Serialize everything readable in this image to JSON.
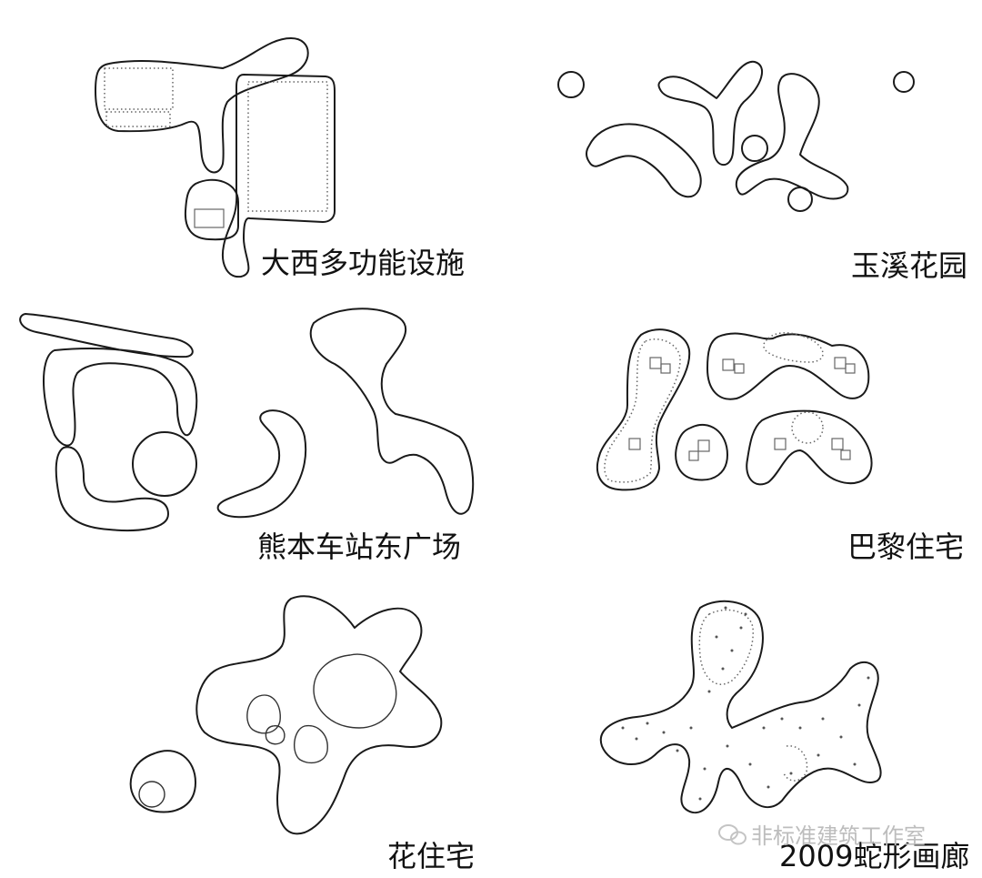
{
  "panels": [
    {
      "caption": "大西多功能设施"
    },
    {
      "caption": "玉溪花园"
    },
    {
      "caption": "熊本车站东广场"
    },
    {
      "caption": "巴黎住宅"
    },
    {
      "caption": "花住宅"
    },
    {
      "caption": "2009蛇形画廊"
    }
  ],
  "watermark": {
    "text": "非标准建筑工作室",
    "icon": "wechat-icon"
  }
}
